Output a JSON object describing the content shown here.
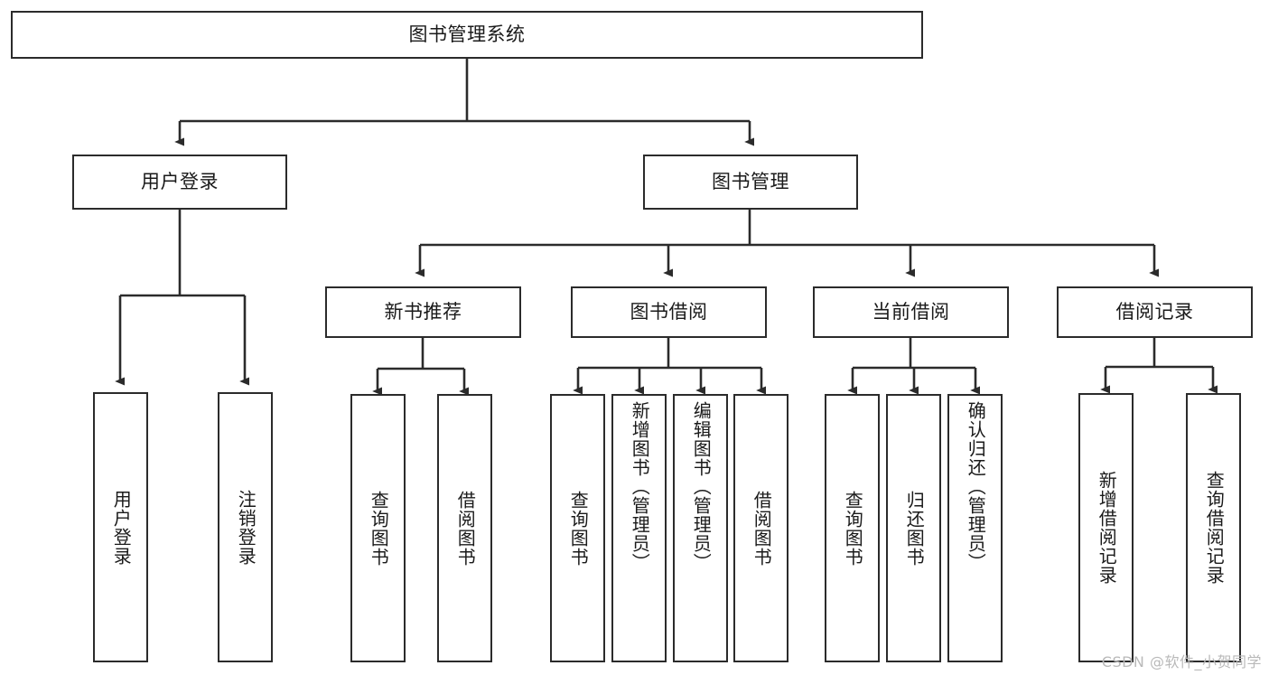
{
  "diagram": {
    "type": "tree-hierarchy-chart",
    "title": "图书管理系统",
    "stroke_color": "#2b2b2b",
    "background_color": "#ffffff",
    "root": {
      "id": "root",
      "label": "图书管理系统"
    },
    "level2": [
      {
        "id": "user-login",
        "label": "用户登录"
      },
      {
        "id": "book-manage",
        "label": "图书管理"
      }
    ],
    "level3": [
      {
        "id": "new-book-rec",
        "label": "新书推荐",
        "parent": "book-manage"
      },
      {
        "id": "book-borrow",
        "label": "图书借阅",
        "parent": "book-manage"
      },
      {
        "id": "current-borrow",
        "label": "当前借阅",
        "parent": "book-manage"
      },
      {
        "id": "borrow-record",
        "label": "借阅记录",
        "parent": "book-manage"
      }
    ],
    "leaves": [
      {
        "id": "leaf-user-login",
        "label": "用户登录",
        "parent": "user-login"
      },
      {
        "id": "leaf-logout",
        "label": "注销登录",
        "parent": "user-login"
      },
      {
        "id": "leaf-query-book-1",
        "label": "查询图书",
        "parent": "new-book-rec"
      },
      {
        "id": "leaf-borrow-book-1",
        "label": "借阅图书",
        "parent": "new-book-rec"
      },
      {
        "id": "leaf-query-book-2",
        "label": "查询图书",
        "parent": "book-borrow"
      },
      {
        "id": "leaf-add-book",
        "label": "新增图书（管理员）",
        "parent": "book-borrow"
      },
      {
        "id": "leaf-edit-book",
        "label": "编辑图书（管理员）",
        "parent": "book-borrow"
      },
      {
        "id": "leaf-borrow-book-2",
        "label": "借阅图书",
        "parent": "book-borrow"
      },
      {
        "id": "leaf-query-book-3",
        "label": "查询图书",
        "parent": "current-borrow"
      },
      {
        "id": "leaf-return-book",
        "label": "归还图书",
        "parent": "current-borrow"
      },
      {
        "id": "leaf-confirm-return",
        "label": "确认归还（管理员）",
        "parent": "current-borrow"
      },
      {
        "id": "leaf-add-record",
        "label": "新增借阅记录",
        "parent": "borrow-record"
      },
      {
        "id": "leaf-query-record",
        "label": "查询借阅记录",
        "parent": "borrow-record"
      }
    ]
  },
  "watermark": {
    "text": "CSDN @软件_小贺同学"
  }
}
